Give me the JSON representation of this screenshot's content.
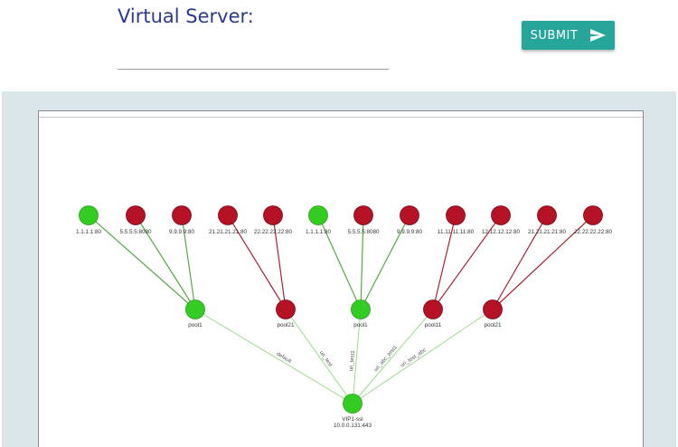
{
  "form": {
    "virtual_server_label": "Virtual Server:",
    "submit_label": "SUBMIT",
    "submit_icon": "send-icon"
  },
  "colors": {
    "accent": "#26a69a",
    "title": "#2b3a8f",
    "node_up": "#33cc22",
    "node_down": "#b51226",
    "edge_up": "#55aa44",
    "edge_down": "#aa2233",
    "edge_vip": "#99dd88"
  },
  "graph": {
    "members": [
      {
        "id": "m0",
        "label": "1.1.1.1:80",
        "status": "up"
      },
      {
        "id": "m1",
        "label": "5.5.5.5:8080",
        "status": "down"
      },
      {
        "id": "m2",
        "label": "9.9.9.9:80",
        "status": "down"
      },
      {
        "id": "m3",
        "label": "21.21.21.21:80",
        "status": "down"
      },
      {
        "id": "m4",
        "label": "22.22.22.22:80",
        "status": "down"
      },
      {
        "id": "m5",
        "label": "1.1.1.1:80",
        "status": "up"
      },
      {
        "id": "m6",
        "label": "5.5.5.5:8080",
        "status": "down"
      },
      {
        "id": "m7",
        "label": "9.9.9.9:80",
        "status": "down"
      },
      {
        "id": "m8",
        "label": "11.11.11.11:80",
        "status": "down"
      },
      {
        "id": "m9",
        "label": "12.12.12.12:80",
        "status": "down"
      },
      {
        "id": "m10",
        "label": "21.21.21.21:80",
        "status": "down"
      },
      {
        "id": "m11",
        "label": "22.22.22.22:80",
        "status": "down"
      }
    ],
    "pools": [
      {
        "id": "p0",
        "label": "pool1",
        "status": "up",
        "members": [
          "m0",
          "m1",
          "m2"
        ],
        "route": "default"
      },
      {
        "id": "p1",
        "label": "pool21",
        "status": "down",
        "members": [
          "m3",
          "m4"
        ],
        "route": "uri_test"
      },
      {
        "id": "p2",
        "label": "pool1",
        "status": "up",
        "members": [
          "m5",
          "m6",
          "m7"
        ],
        "route": "uri_test1"
      },
      {
        "id": "p3",
        "label": "pool11",
        "status": "down",
        "members": [
          "m8",
          "m9"
        ],
        "route": "uri_abc_test1"
      },
      {
        "id": "p4",
        "label": "pool21",
        "status": "down",
        "members": [
          "m10",
          "m11"
        ],
        "route": "uri_test_abc"
      }
    ],
    "vip": {
      "label": "VIP1-ssl",
      "address": "10.0.0.131:443",
      "status": "up"
    }
  }
}
